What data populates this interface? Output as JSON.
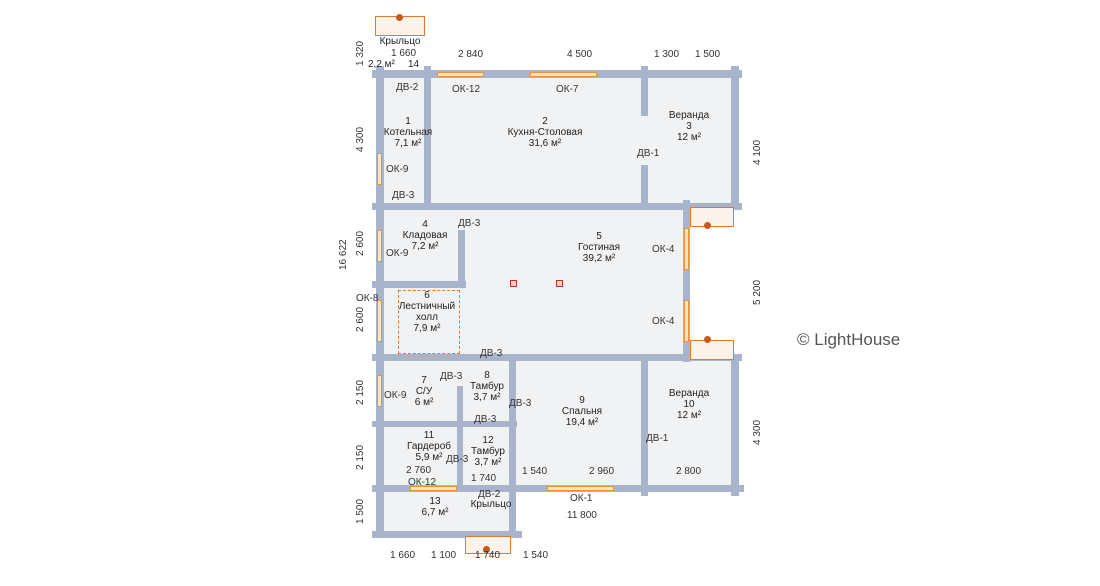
{
  "rooms": [
    {
      "num": "14",
      "name": "Крыльцо",
      "area": "2,2 м²"
    },
    {
      "num": "1",
      "name": "Котельная",
      "area": "7,1 м²"
    },
    {
      "num": "2",
      "name": "Кухня-Столовая",
      "area": "31,6 м²"
    },
    {
      "num": "3",
      "name": "Веранда",
      "area": "12 м²"
    },
    {
      "num": "4",
      "name": "Кладовая",
      "area": "7,2 м²"
    },
    {
      "num": "5",
      "name": "Гостиная",
      "area": "39,2 м²"
    },
    {
      "num": "6",
      "name": "Лестничный холл",
      "area": "7,9 м²"
    },
    {
      "num": "7",
      "name": "С/У",
      "area": "6 м²"
    },
    {
      "num": "8",
      "name": "Тамбур",
      "area": "3,7 м²"
    },
    {
      "num": "9",
      "name": "Спальня",
      "area": "19,4 м²"
    },
    {
      "num": "10",
      "name": "Веранда",
      "area": "12 м²"
    },
    {
      "num": "11",
      "name": "Гардероб",
      "area": "5,9 м²"
    },
    {
      "num": "12",
      "name": "Тамбур",
      "area": "3,7 м²"
    },
    {
      "num": "13",
      "name": "Крыльцо",
      "area": "6,7 м²"
    }
  ],
  "marks": [
    "ДВ-2",
    "ОК-12",
    "ОК-7",
    "ДВ-1",
    "ОК-9",
    "ДВ-3",
    "ДВ-3",
    "ОК-9",
    "ОК-4",
    "ОК-8",
    "ОК-4",
    "ДВ-3",
    "ДВ-3",
    "ОК-9",
    "ДВ-3",
    "ДВ-3",
    "ДВ-1",
    "ДВ-3",
    "ОК-12",
    "ДВ-2",
    "ОК-1"
  ],
  "dims": {
    "top": [
      "1 660",
      "2 840",
      "4 500",
      "1 300",
      "1 500"
    ],
    "left": [
      "1 320",
      "4 300",
      "2 600",
      "2 600",
      "2 150",
      "2 150",
      "1 500"
    ],
    "total_left": "16 622",
    "right": [
      "4 100",
      "5 200",
      "4 300"
    ],
    "inner": [
      "2 760",
      "1 740",
      "1 540",
      "2 960",
      "2 800"
    ],
    "total_bottom": "11 800",
    "bottom": [
      "1 660",
      "1 100",
      "1 740",
      "1 540"
    ]
  },
  "watermark": "© LightHouse"
}
